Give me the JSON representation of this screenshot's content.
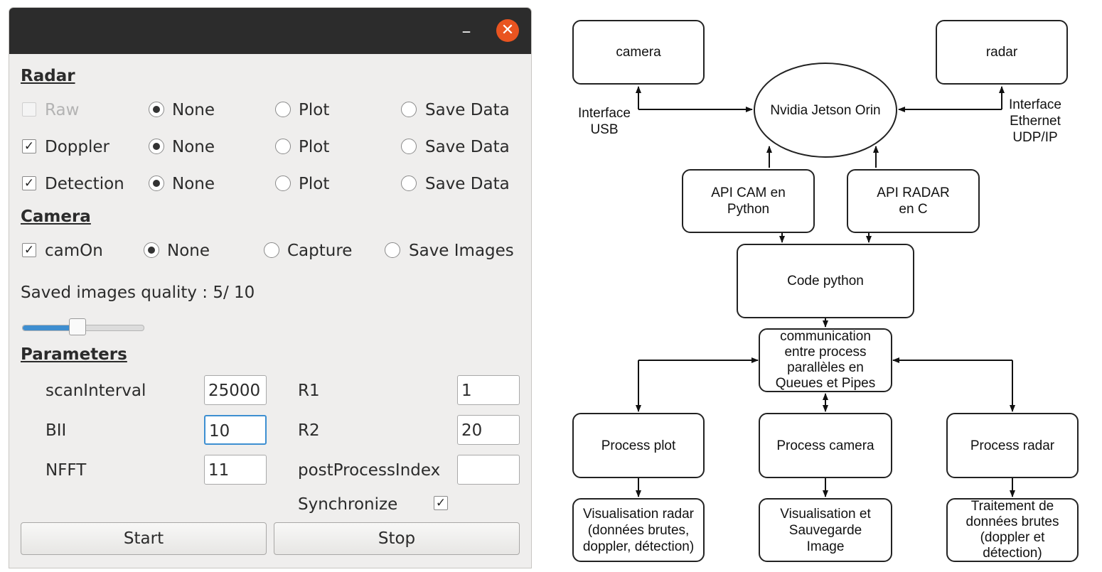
{
  "window": {
    "minimize_symbol": "–",
    "close_symbol": "✕",
    "radar": {
      "title": "Radar",
      "rows": [
        {
          "label": "Raw",
          "checked": false,
          "enabled": false,
          "options": [
            "None",
            "Plot",
            "Save Data"
          ],
          "selected": "None"
        },
        {
          "label": "Doppler",
          "checked": true,
          "enabled": true,
          "options": [
            "None",
            "Plot",
            "Save Data"
          ],
          "selected": "None"
        },
        {
          "label": "Detection",
          "checked": true,
          "enabled": true,
          "options": [
            "None",
            "Plot",
            "Save Data"
          ],
          "selected": "None"
        }
      ]
    },
    "camera": {
      "title": "Camera",
      "row": {
        "label": "camOn",
        "checked": true,
        "options": [
          "None",
          "Capture",
          "Save Images"
        ],
        "selected": "None"
      },
      "quality_label": "Saved images quality : 5/ 10",
      "quality_value": 5,
      "quality_max": 10
    },
    "parameters": {
      "title": "Parameters",
      "scanInterval": {
        "label": "scanInterval",
        "value": "25000"
      },
      "bii": {
        "label": "BII",
        "value": "10"
      },
      "nfft": {
        "label": "NFFT",
        "value": "11"
      },
      "r1": {
        "label": "R1",
        "value": "1"
      },
      "r2": {
        "label": "R2",
        "value": "20"
      },
      "postProcessIndex": {
        "label": "postProcessIndex",
        "value": ""
      },
      "synchronize": {
        "label": "Synchronize",
        "checked": true
      }
    },
    "buttons": {
      "start": "Start",
      "stop": "Stop"
    },
    "check_mark": "✓"
  },
  "diagram": {
    "camera": "camera",
    "radar": "radar",
    "jetson": "Nvidia Jetson Orin",
    "interface_usb": [
      "Interface",
      "USB"
    ],
    "interface_eth": [
      "Interface",
      "Ethernet",
      "UDP/IP"
    ],
    "api_cam": [
      "API CAM en",
      "Python"
    ],
    "api_radar": [
      "API RADAR",
      "en C"
    ],
    "code_python": "Code python",
    "communication": [
      "communication",
      "entre process",
      "parallèles en",
      "Queues et Pipes"
    ],
    "process_plot": "Process plot",
    "process_camera": "Process camera",
    "process_radar": "Process radar",
    "vis_radar": [
      "Visualisation radar",
      "(données brutes,",
      "doppler, détection)"
    ],
    "vis_save": [
      "Visualisation et",
      "Sauvegarde",
      "Image"
    ],
    "traitement": [
      "Traitement de",
      "données brutes",
      "(doppler et",
      "détection)"
    ]
  }
}
